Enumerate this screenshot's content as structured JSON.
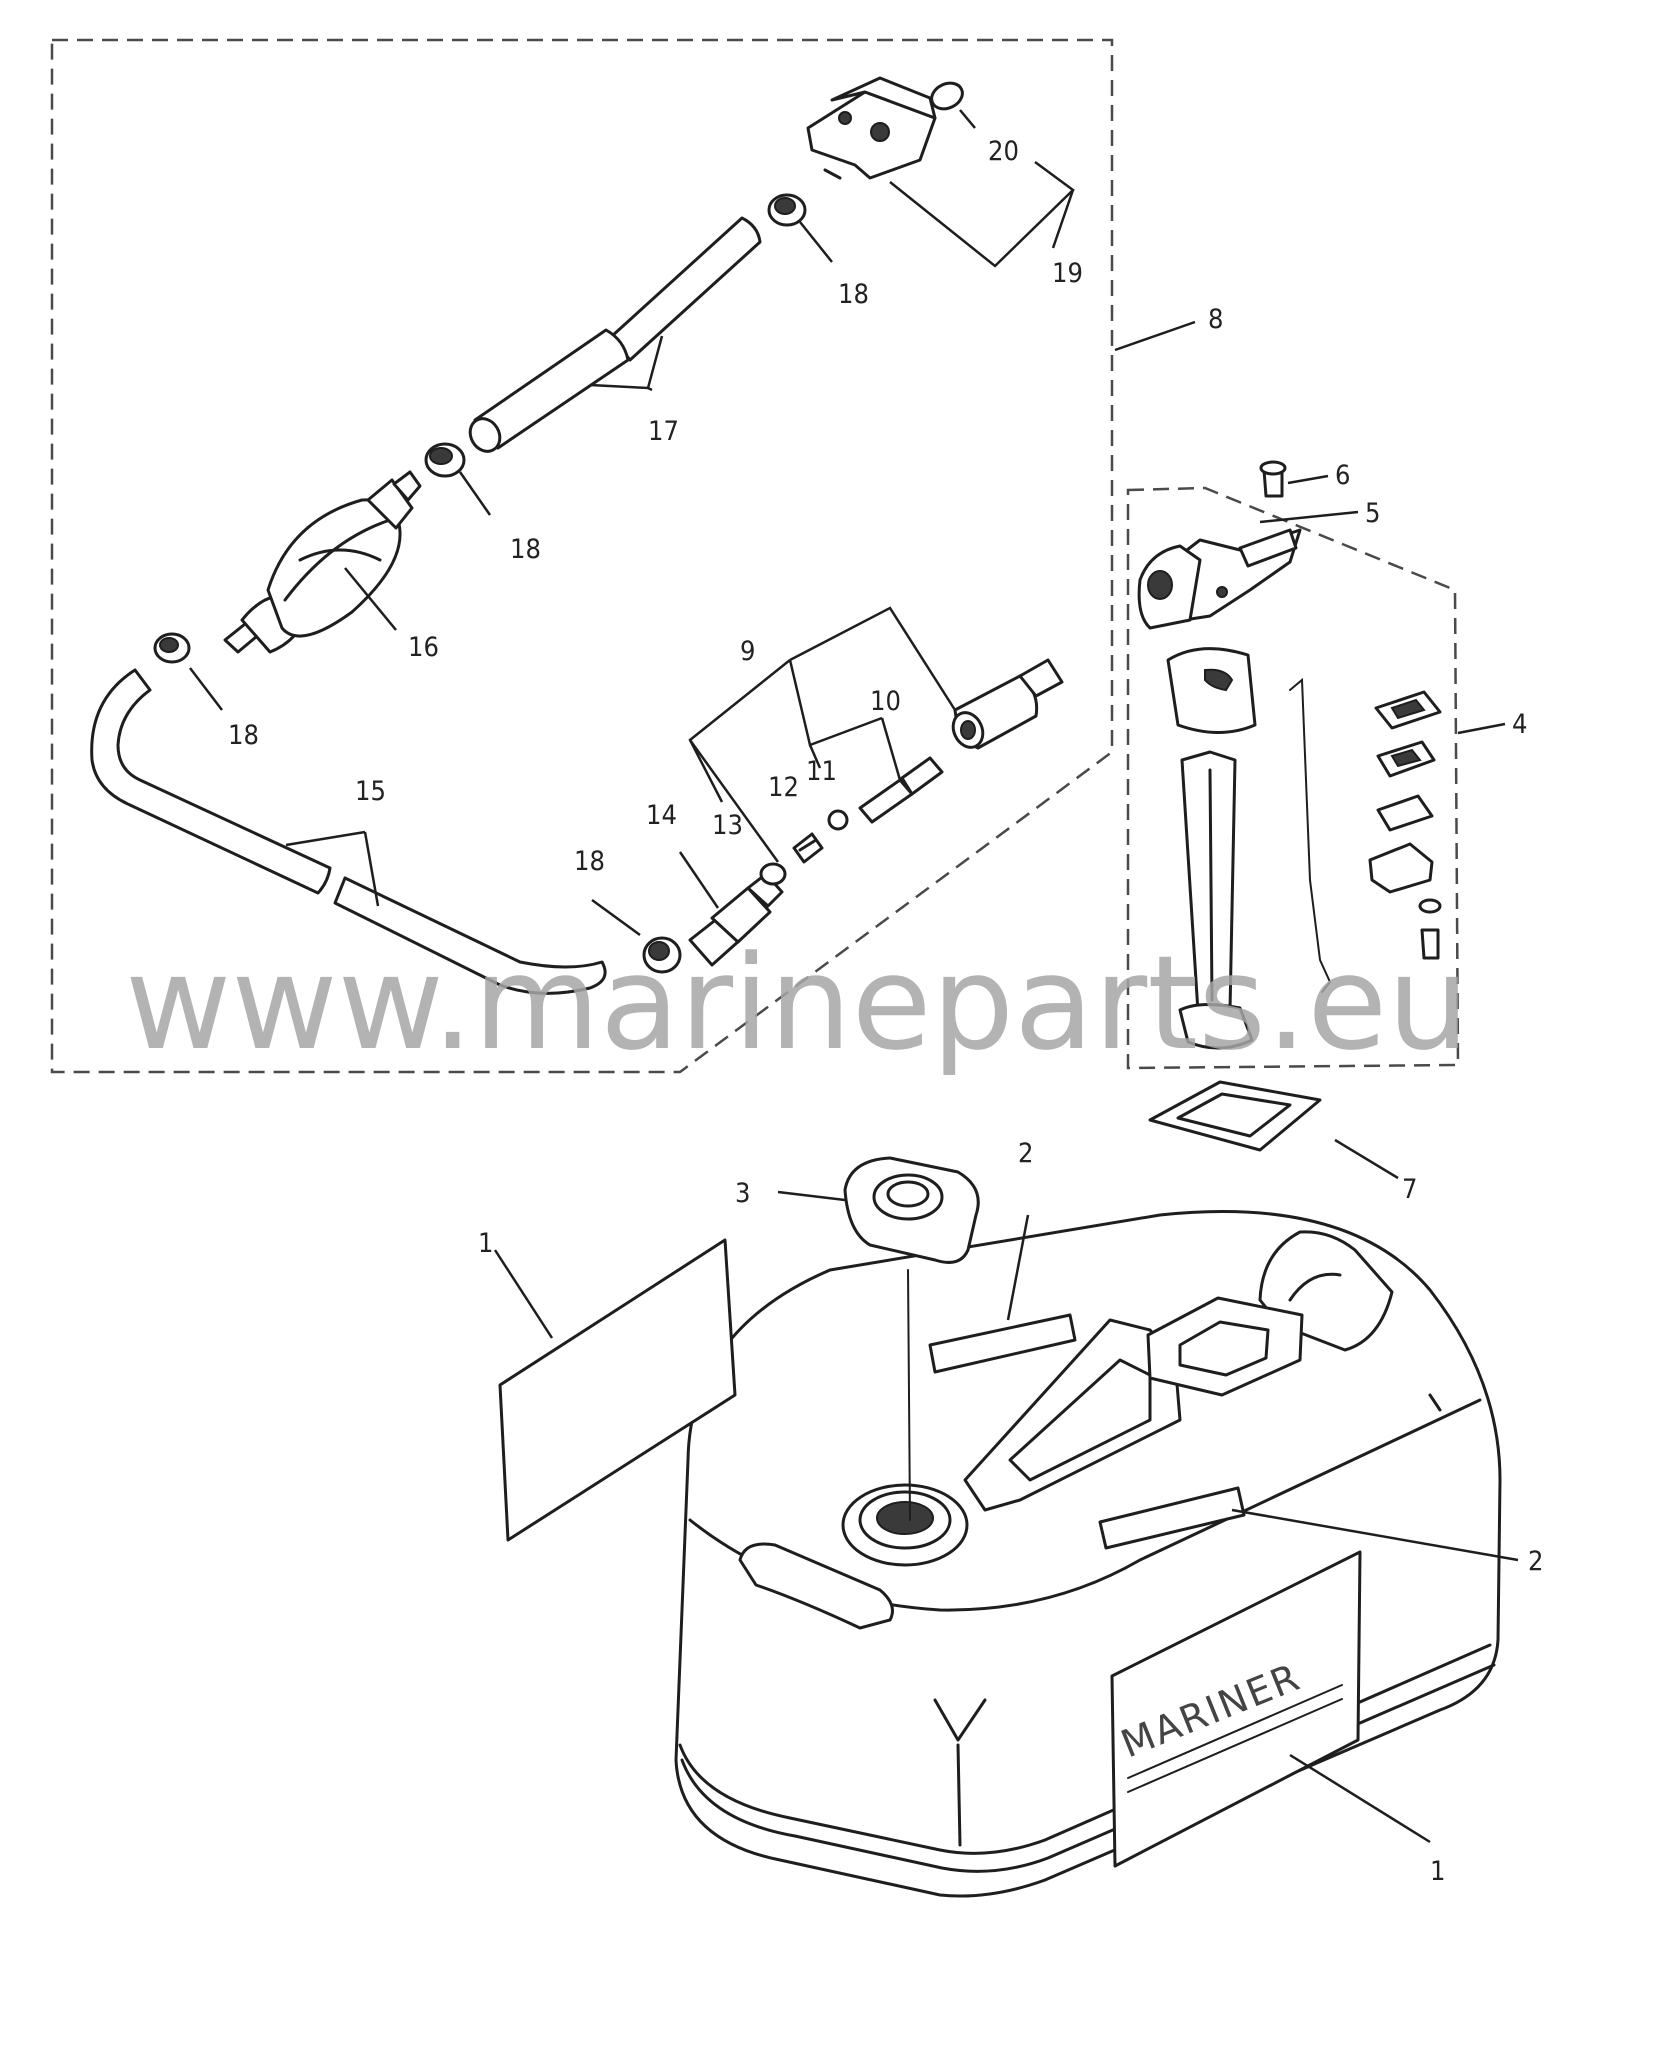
{
  "watermark": "www.marineparts.eu",
  "tank_brand": "MARINER",
  "labels": {
    "l1a": "1",
    "l1b": "1",
    "l2a": "2",
    "l2b": "2",
    "l3": "3",
    "l4": "4",
    "l5": "5",
    "l6": "6",
    "l7": "7",
    "l8": "8",
    "l9": "9",
    "l10": "10",
    "l11": "11",
    "l12": "12",
    "l13": "13",
    "l14": "14",
    "l15": "15",
    "l16": "16",
    "l17": "17",
    "l18a": "18",
    "l18b": "18",
    "l18c": "18",
    "l18d": "18",
    "l19": "19",
    "l20": "20"
  }
}
